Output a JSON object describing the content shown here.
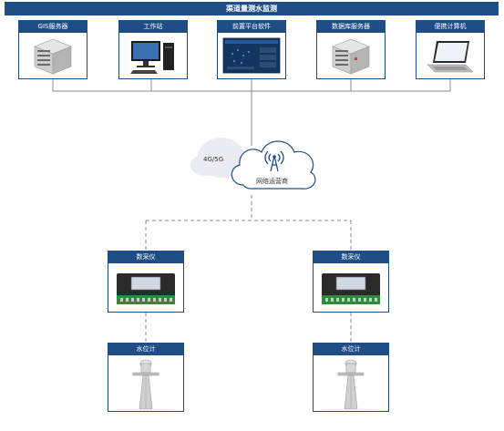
{
  "title": "渠道量测水监测",
  "top_devices": [
    {
      "label": "GIS服务器",
      "icon": "server-icon"
    },
    {
      "label": "工作站",
      "icon": "workstation-icon"
    },
    {
      "label": "前置平台软件",
      "icon": "software-screen-icon"
    },
    {
      "label": "数据库服务器",
      "icon": "database-server-icon"
    },
    {
      "label": "便携计算机",
      "icon": "laptop-icon"
    }
  ],
  "network": {
    "label": "网络运营商",
    "band": "4G/5G",
    "icon": "cell-tower-icon"
  },
  "collectors": [
    {
      "label": "数采仪",
      "icon": "data-logger-icon"
    },
    {
      "label": "数采仪",
      "icon": "data-logger-icon"
    }
  ],
  "sensors": [
    {
      "label": "水位计",
      "icon": "radar-level-gauge-icon"
    },
    {
      "label": "水位计",
      "icon": "radar-level-gauge-icon"
    }
  ],
  "colors": {
    "primary": "#1f4e86",
    "line": "#8a8a8a",
    "cloud": "#e9edf3"
  }
}
